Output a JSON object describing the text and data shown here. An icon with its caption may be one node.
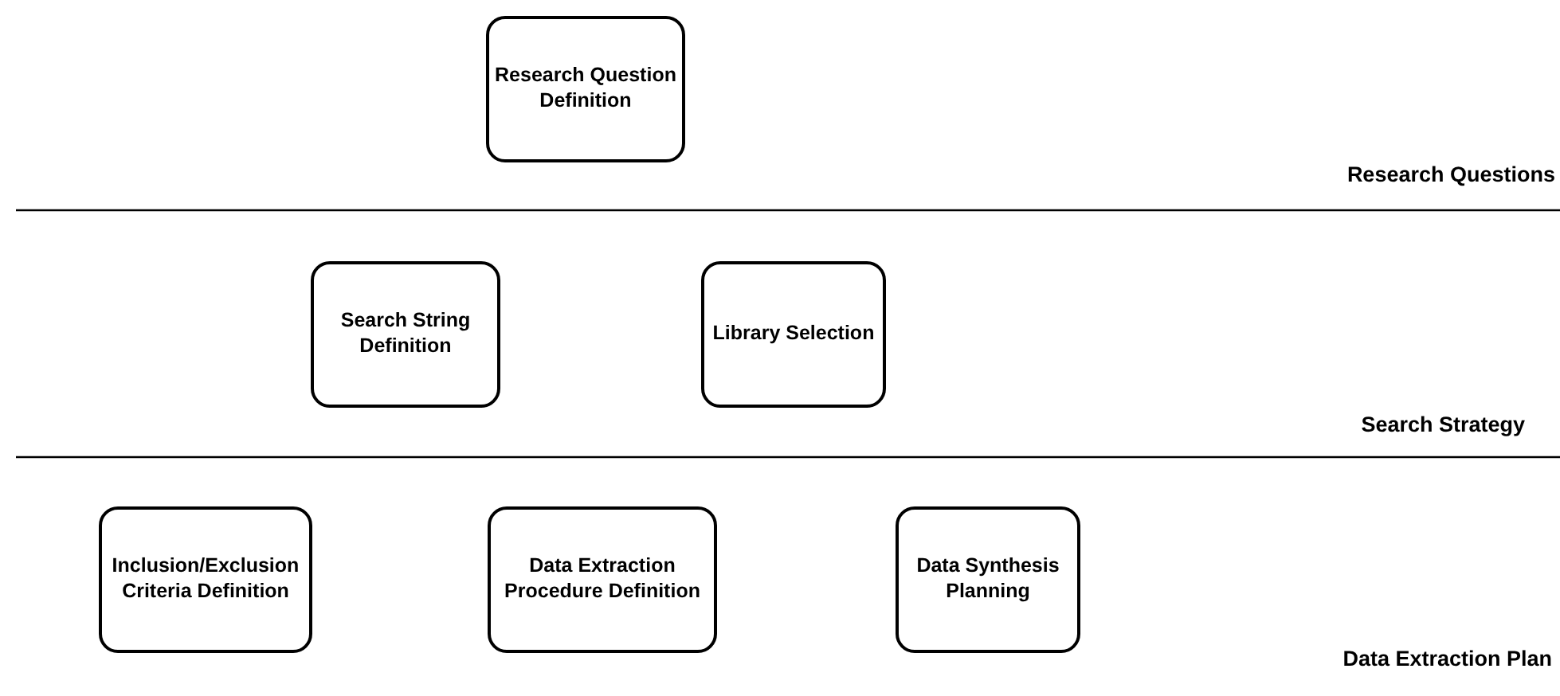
{
  "diagram": {
    "nodes": [
      {
        "text": [
          "Research Question Definition"
        ]
      },
      {
        "text": [
          "Search String Definition"
        ]
      },
      {
        "text": [
          "Library Selection"
        ]
      },
      {
        "text": [
          "Inclusion/Exclusion Criteria Definition"
        ]
      },
      {
        "text": [
          "Data Extraction Procedure Definition"
        ]
      },
      {
        "text": [
          "Data Synthesis Planning"
        ]
      }
    ],
    "labels": [
      "Research Questions",
      "Search Strategy",
      "Data Extraction Plan"
    ]
  }
}
